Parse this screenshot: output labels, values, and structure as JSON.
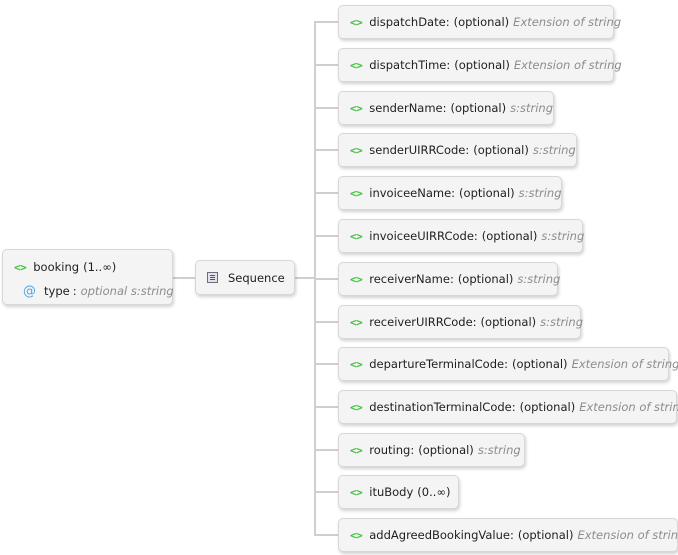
{
  "root": {
    "name": "booking",
    "cardinality": "(1..∞)",
    "icon": "element-icon",
    "attribute": {
      "icon": "attribute-icon",
      "name": "type",
      "separator": ":",
      "detail": "optional s:string"
    }
  },
  "compositor": {
    "label": "Sequence",
    "icon": "sequence-icon"
  },
  "children": [
    {
      "name": "dispatchDate",
      "separator": " :",
      "occurrence": "(optional)",
      "type": "Extension of string"
    },
    {
      "name": "dispatchTime",
      "separator": " :",
      "occurrence": "(optional)",
      "type": "Extension of string"
    },
    {
      "name": "senderName",
      "separator": " :",
      "occurrence": "(optional)",
      "type": "s:string"
    },
    {
      "name": "senderUIRRCode",
      "separator": " :",
      "occurrence": "(optional)",
      "type": "s:string"
    },
    {
      "name": "invoiceeName",
      "separator": " :",
      "occurrence": "(optional)",
      "type": "s:string"
    },
    {
      "name": "invoiceeUIRRCode",
      "separator": " :",
      "occurrence": "(optional)",
      "type": "s:string"
    },
    {
      "name": "receiverName",
      "separator": " :",
      "occurrence": "(optional)",
      "type": "s:string"
    },
    {
      "name": "receiverUIRRCode",
      "separator": " :",
      "occurrence": "(optional)",
      "type": "s:string"
    },
    {
      "name": "departureTerminalCode",
      "separator": " :",
      "occurrence": "(optional)",
      "type": "Extension of string"
    },
    {
      "name": "destinationTerminalCode",
      "separator": " :",
      "occurrence": "(optional)",
      "type": "Extension of string"
    },
    {
      "name": "routing",
      "separator": " :",
      "occurrence": "(optional)",
      "type": "s:string"
    },
    {
      "name": "ituBody",
      "separator": "",
      "occurrence": "(0..∞)",
      "type": ""
    },
    {
      "name": "addAgreedBookingValue",
      "separator": " :",
      "occurrence": "(optional)",
      "type": "Extension of string"
    }
  ],
  "element_icon_glyph": "<>",
  "attribute_icon_glyph": "@",
  "colors": {
    "element_icon": "#3ac23a",
    "attribute_icon": "#4aa6e8",
    "type_text": "#8c8c8c",
    "connector": "#cfcfcf",
    "node_bg": "#f4f4f4"
  }
}
